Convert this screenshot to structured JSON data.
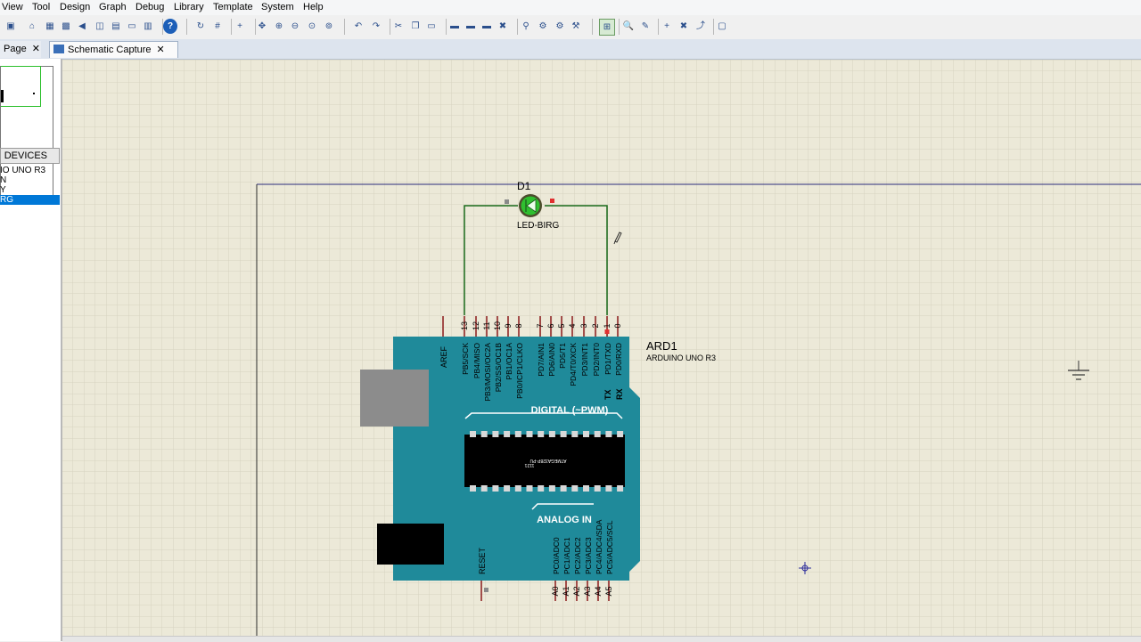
{
  "menu": {
    "view": "View",
    "tool": "Tool",
    "design": "Design",
    "graph": "Graph",
    "debug": "Debug",
    "library": "Library",
    "template": "Template",
    "system": "System",
    "help": "Help"
  },
  "tabs": {
    "page_label": "Page",
    "schematic_label": "Schematic Capture",
    "close_glyph": "✕"
  },
  "devices": {
    "header": "DEVICES",
    "items": [
      "IO UNO R3",
      "N",
      "Y",
      "RG"
    ],
    "selected_index": 3
  },
  "schematic": {
    "led_ref": "D1",
    "led_name": "LED-BIRG",
    "board_ref": "ARD1",
    "board_name": "ARDUINO UNO R3",
    "digital_title": "DIGITAL (~PWM)",
    "analog_title": "ANALOG IN",
    "chip_text": "ATMEGA328P-PU",
    "chip_code": "1121",
    "aref": "AREF",
    "reset": "RESET",
    "tx": "TX",
    "rx": "RX",
    "digital_pins": [
      {
        "num": "13",
        "name": "PB5/SCK"
      },
      {
        "num": "12",
        "name": "PB4/MISO"
      },
      {
        "num": "11",
        "name": "PB3/MOSI/OC2A"
      },
      {
        "num": "10",
        "name": "PB2/SS/OC1B"
      },
      {
        "num": "9",
        "name": "PB1/OC1A"
      },
      {
        "num": "8",
        "name": "PB0/ICP1/CLKO"
      },
      {
        "num": "7",
        "name": "PD7/AIN1"
      },
      {
        "num": "6",
        "name": "PD6/AIN0"
      },
      {
        "num": "5",
        "name": "PD5/T1"
      },
      {
        "num": "4",
        "name": "PD4/T0/XCK"
      },
      {
        "num": "3",
        "name": "PD3/INT1"
      },
      {
        "num": "2",
        "name": "PD2/INT0"
      },
      {
        "num": "1",
        "name": "PD1/TXD"
      },
      {
        "num": "0",
        "name": "PD0/RXD"
      }
    ],
    "analog_pins": [
      {
        "num": "A0",
        "name": "PC0/ADC0"
      },
      {
        "num": "A1",
        "name": "PC1/ADC1"
      },
      {
        "num": "A2",
        "name": "PC2/ADC2"
      },
      {
        "num": "A3",
        "name": "PC3/ADC3"
      },
      {
        "num": "A4",
        "name": "PC4/ADC4/SDA"
      },
      {
        "num": "A5",
        "name": "PC5/ADC5/SCL"
      }
    ]
  },
  "colors": {
    "canvas": "#ece9d8",
    "grid": "#d5d2bf",
    "board": "#1f8a9a",
    "wire": "#1a6b1a",
    "pin": "#8b1a1a",
    "led": "#2fbf2f",
    "selection": "#0078d7"
  },
  "icons": [
    "component-mode-icon",
    "home-icon",
    "schematic-icon",
    "pcb-icon",
    "back-icon",
    "gerber-icon",
    "bom-icon",
    "notes-icon",
    "console-icon",
    "help-icon",
    "refresh-icon",
    "grid-icon",
    "origin-icon",
    "pan-icon",
    "zoom-in-icon",
    "zoom-out-icon",
    "zoom-all-icon",
    "zoom-area-icon",
    "undo-icon",
    "redo-icon",
    "cut-icon",
    "copy-icon",
    "paste-icon",
    "block-copy-icon",
    "block-move-icon",
    "block-rotate-icon",
    "block-delete-icon",
    "pick-icon",
    "make-device-icon",
    "packaging-icon",
    "decompose-icon",
    "wire-autorouter-icon",
    "search-icon",
    "property-assign-icon",
    "new-sheet-icon",
    "remove-sheet-icon",
    "exit-parent-icon",
    "design-explorer-icon"
  ]
}
